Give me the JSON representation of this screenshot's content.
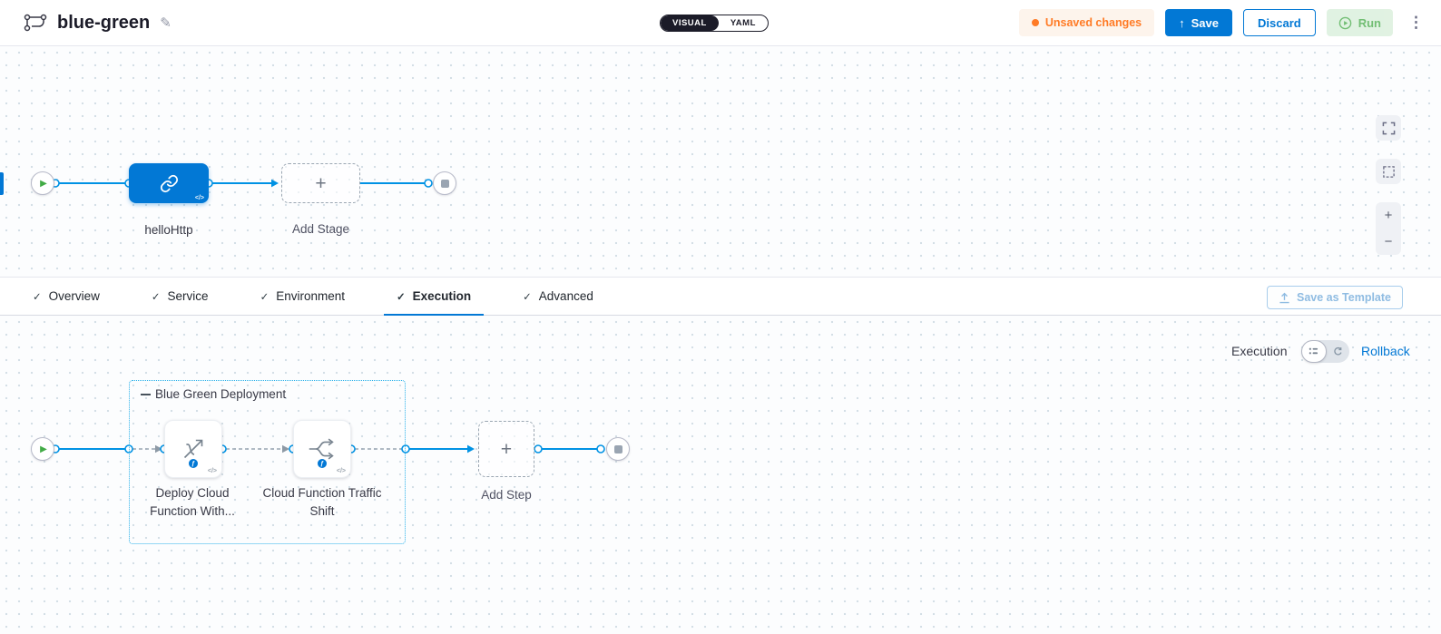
{
  "colors": {
    "accent_blue": "#0278d5",
    "connector_blue": "#0092e4",
    "unsaved_orange": "#ff7b26",
    "run_green": "#42ab45",
    "group_border": "#27b0ea"
  },
  "topbar": {
    "title": "blue-green",
    "view_toggle": {
      "visual_label": "VISUAL",
      "yaml_label": "YAML",
      "selected": "VISUAL"
    },
    "unsaved_label": "Unsaved changes",
    "save_label": "Save",
    "discard_label": "Discard",
    "run_label": "Run"
  },
  "icons": {
    "edit": "✎",
    "menu_kebab": "⋮",
    "save_arrow": "↑",
    "plus": "+",
    "minus": "−",
    "check": "✓",
    "code_badge": "</>",
    "play": "▶",
    "function_badge": "ƒ"
  },
  "stage_canvas": {
    "stage_label": "helloHttp",
    "add_stage_label": "Add Stage"
  },
  "tabs": {
    "items": [
      "Overview",
      "Service",
      "Environment",
      "Execution",
      "Advanced"
    ],
    "active": "Execution",
    "save_as_template_label": "Save as Template"
  },
  "execution_canvas": {
    "mode_label": "Execution",
    "rollback_label": "Rollback",
    "group_label": "Blue Green Deployment",
    "steps": [
      "Deploy Cloud Function With...",
      "Cloud Function Traffic Shift"
    ],
    "add_step_label": "Add Step"
  }
}
